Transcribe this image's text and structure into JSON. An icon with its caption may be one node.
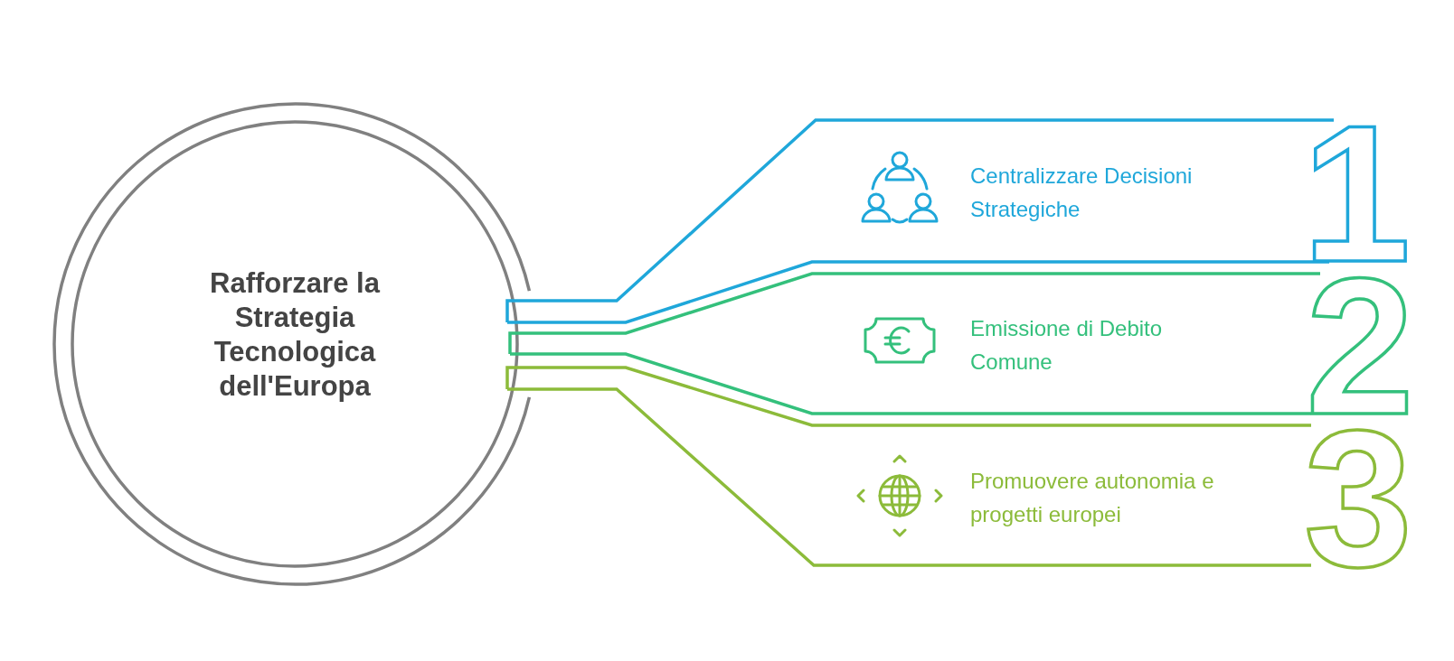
{
  "diagram": {
    "nodes": [
      {
        "text": [
          "Rafforzare la Strategia Tecnologica dell'Europa"
        ]
      },
      {
        "text": [
          "Centralizzare Decisioni Strategiche"
        ],
        "beside": [
          "1"
        ]
      },
      {
        "text": [
          "Emissione di Debito Comune"
        ],
        "beside": [
          "2"
        ]
      },
      {
        "text": [
          "Promuovere autonomia e progetti europei"
        ],
        "beside": [
          "3"
        ]
      }
    ]
  }
}
